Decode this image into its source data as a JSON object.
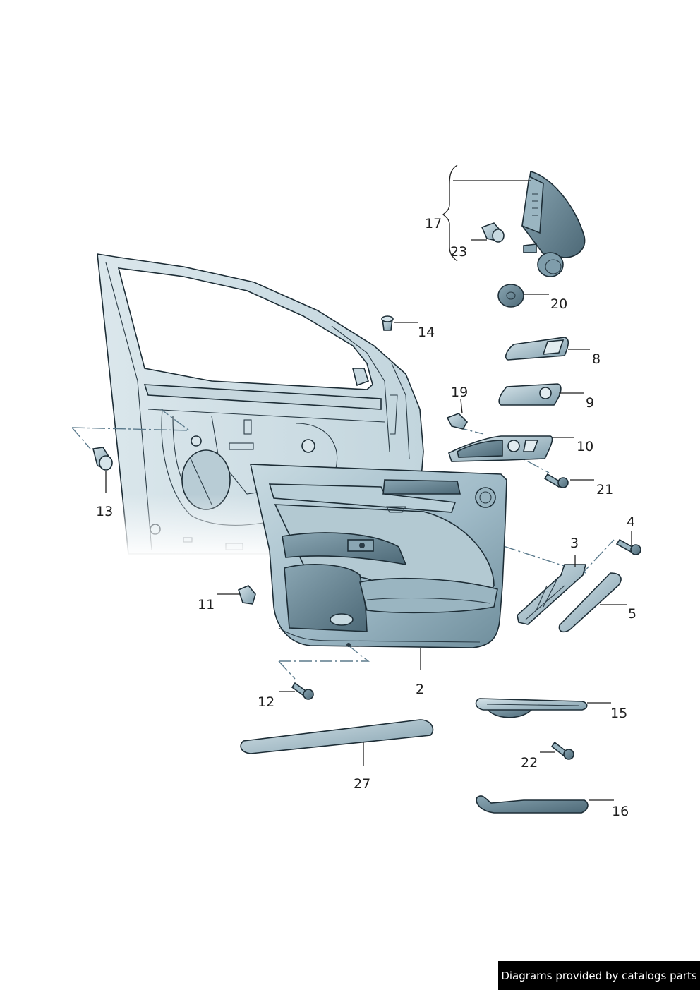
{
  "diagram": {
    "callouts": {
      "c2": "2",
      "c3": "3",
      "c4": "4",
      "c5": "5",
      "c8": "8",
      "c9": "9",
      "c10": "10",
      "c11": "11",
      "c12": "12",
      "c13": "13",
      "c14": "14",
      "c15": "15",
      "c16": "16",
      "c17": "17",
      "c19": "19",
      "c20": "20",
      "c21": "21",
      "c22": "22",
      "c23": "23",
      "c27": "27"
    },
    "colors": {
      "panel_fill": "#a9c3cf",
      "panel_dark": "#6f8e9c",
      "door_frame": "#d3e1e7",
      "outline": "#1d2d36",
      "dash": "#5b7a8c"
    }
  },
  "footer": {
    "credit": "Diagrams provided by catalogs parts"
  }
}
